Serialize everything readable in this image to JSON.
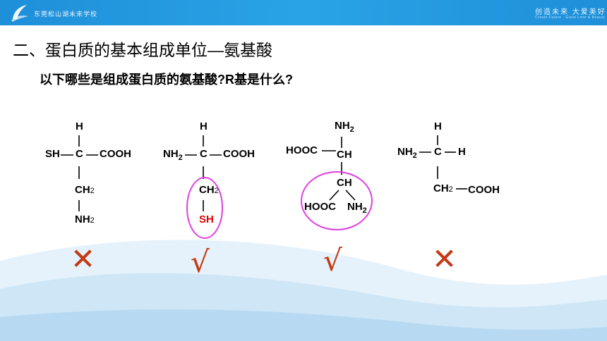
{
  "header": {
    "school_name": "东莞松山湖未来学校",
    "motto": "创造未来 大爱美好",
    "motto_sub": "Create Future · Great Love & Beauty"
  },
  "slide": {
    "title": "二、蛋白质的基本组成单位—氨基酸",
    "question": "以下哪些是组成蛋白质的氨基酸?R基是什么?"
  },
  "molecules": [
    {
      "labels": {
        "top_h": "H",
        "left": "SH",
        "center": "C",
        "right": "COOH",
        "down1": "CH",
        "down1_sub": "2",
        "down2": "NH",
        "down2_sub": "2"
      },
      "verdict": "✕"
    },
    {
      "labels": {
        "top_h": "H",
        "left": "NH",
        "left_sub": "2",
        "center": "C",
        "right": "COOH",
        "down1": "CH",
        "down1_sub": "2",
        "down2": "SH"
      },
      "verdict": "√"
    },
    {
      "labels": {
        "top": "NH",
        "top_sub": "2",
        "left": "HOOC",
        "center": "CH",
        "down1": "CH",
        "down_left": "HOOC",
        "down_right": "NH",
        "down_right_sub": "2"
      },
      "verdict": "√"
    },
    {
      "labels": {
        "top_h": "H",
        "left": "NH",
        "left_sub": "2",
        "center": "C",
        "right": "H",
        "down1": "CH",
        "down1_sub": "2",
        "down1_right": "COOH"
      },
      "verdict": "✕"
    }
  ],
  "colors": {
    "banner": "#1e8fd9",
    "verdict": "#c43a14",
    "highlight_circle": "#e040e0",
    "r_group_text": "#e00000"
  }
}
